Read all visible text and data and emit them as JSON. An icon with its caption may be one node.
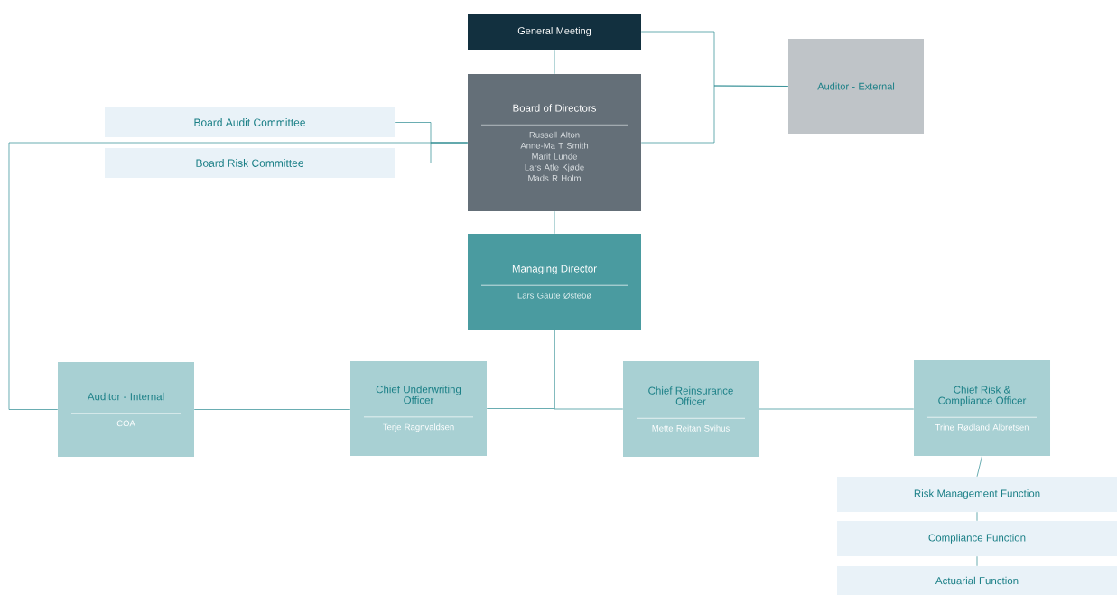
{
  "diagram": {
    "nodes": [
      {
        "text": [
          "General Meeting"
        ]
      },
      {
        "text": [
          "Auditor - External"
        ]
      },
      {
        "text": [
          "Board Audit Committee"
        ]
      },
      {
        "text": [
          "Board Risk Committee"
        ]
      },
      {
        "text": [
          "Board of Directors",
          "Russell Alton",
          "Anne-Ma T Smith",
          "Marit Lunde",
          "Lars Atle Kjøde",
          "Mads R Holm"
        ]
      },
      {
        "text": [
          "Managing Director",
          "Lars Gaute Østebø"
        ]
      },
      {
        "text": [
          "Auditor - Internal",
          "COA"
        ]
      },
      {
        "text": [
          "Chief Underwriting Officer",
          "Terje Ragnvaldsen"
        ]
      },
      {
        "text": [
          "Chief Reinsurance Officer",
          "Mette Reitan Svihus"
        ]
      },
      {
        "text": [
          "Chief Risk & Compliance Officer",
          "Trine Rødland Albretsen"
        ]
      },
      {
        "text": [
          "Risk Management Function"
        ]
      },
      {
        "text": [
          "Compliance Function"
        ]
      },
      {
        "text": [
          "Actuarial Function"
        ]
      }
    ],
    "edges": [
      {
        "from": 0,
        "to": 4,
        "arrow": "none"
      },
      {
        "from": 0,
        "to": 1,
        "arrow": "none"
      },
      {
        "from": 4,
        "to": 1,
        "arrow": "none"
      },
      {
        "from": 2,
        "to": 4,
        "arrow": "none"
      },
      {
        "from": 3,
        "to": 4,
        "arrow": "none"
      },
      {
        "from": 4,
        "to": 6,
        "arrow": "none"
      },
      {
        "from": 4,
        "to": 5,
        "arrow": "none"
      },
      {
        "from": 5,
        "to": 7,
        "arrow": "none"
      },
      {
        "from": 5,
        "to": 8,
        "arrow": "none"
      },
      {
        "from": 6,
        "to": 7,
        "arrow": "none"
      },
      {
        "from": 8,
        "to": 9,
        "arrow": "none"
      },
      {
        "from": 9,
        "to": 10,
        "arrow": "none"
      },
      {
        "from": 10,
        "to": 11,
        "arrow": "none"
      },
      {
        "from": 11,
        "to": 12,
        "arrow": "none"
      }
    ]
  }
}
